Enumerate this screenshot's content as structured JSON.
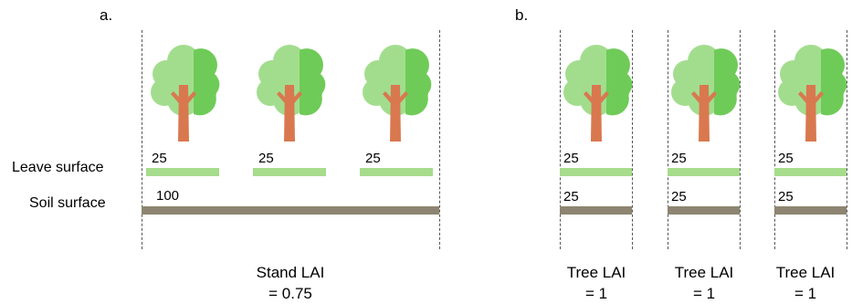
{
  "panel_a": {
    "label": "a.",
    "leave_surface_label": "Leave surface",
    "soil_surface_label": "Soil surface",
    "leaf_values": [
      "25",
      "25",
      "25"
    ],
    "soil_value": "100",
    "caption_line1": "Stand LAI",
    "caption_line2": "= 0.75"
  },
  "panel_b": {
    "label": "b.",
    "trees": [
      {
        "leaf_value": "25",
        "soil_value": "25",
        "caption_line1": "Tree LAI",
        "caption_line2": "= 1"
      },
      {
        "leaf_value": "25",
        "soil_value": "25",
        "caption_line1": "Tree LAI",
        "caption_line2": "= 1"
      },
      {
        "leaf_value": "25",
        "soil_value": "25",
        "caption_line1": "Tree LAI",
        "caption_line2": "= 1"
      }
    ]
  },
  "colors": {
    "leaf_bar": "#a6dc8c",
    "soil_bar": "#8d8571",
    "foliage_light": "#a2dd8e",
    "foliage_dark": "#6fcb58",
    "trunk": "#d9784f"
  }
}
